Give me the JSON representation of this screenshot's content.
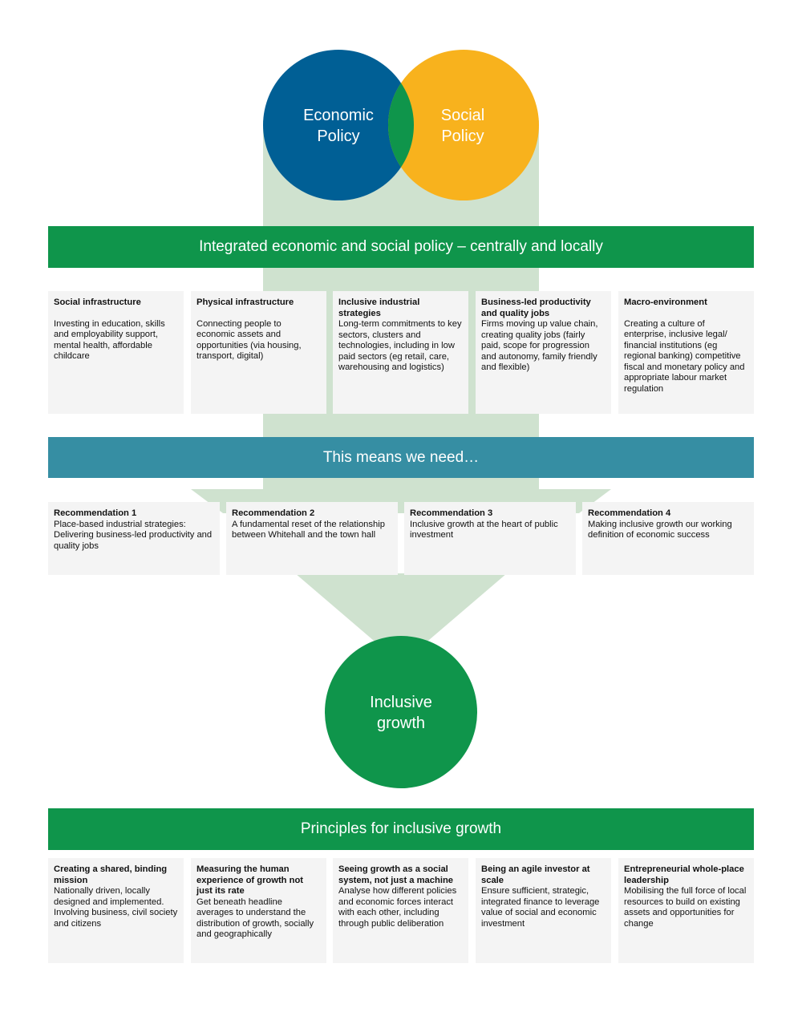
{
  "colors": {
    "economic": "#005f95",
    "social": "#f8b21d",
    "overlap": "#0f954b",
    "band_green": "#0f954b",
    "band_teal": "#368ea3",
    "flow": "#cfe2cf",
    "card_bg": "#f4f4f4"
  },
  "venn": {
    "economic_label": [
      "Economic",
      "Policy"
    ],
    "social_label": [
      "Social",
      "Policy"
    ]
  },
  "integrated_band": "Integrated economic and social policy – centrally and locally",
  "policy_areas": [
    {
      "title": "Social infrastructure",
      "body": "Investing in education, skills and employability support, mental health, affordable childcare"
    },
    {
      "title": "Physical infrastructure",
      "body": "Connecting people to economic assets and opportunities (via housing, transport, digital)"
    },
    {
      "title": "Inclusive industrial strategies",
      "body": "Long-term commitments to key sectors, clusters and technologies, including in low paid sectors (eg retail, care, warehousing and logistics)"
    },
    {
      "title": "Business-led productivity and quality jobs",
      "body": "Firms moving up value chain, creating quality jobs (fairly paid, scope for progression and autonomy, family friendly and flexible)"
    },
    {
      "title": "Macro-environment",
      "body": "Creating a culture of enterprise, inclusive legal/ financial institutions (eg regional banking) competitive fiscal and monetary policy and appropriate labour market regulation"
    }
  ],
  "need_band": "This means we need…",
  "recommendations": [
    {
      "label": "Recommendation",
      "num": "1",
      "body": "Place-based industrial strategies: Delivering business-led productivity and quality jobs"
    },
    {
      "label": "Recommendation",
      "num": "2",
      "body": "A fundamental reset of the relationship between Whitehall and the town hall"
    },
    {
      "label": "Recommendation",
      "num": "3",
      "body": "Inclusive growth at the heart of public investment"
    },
    {
      "label": "Recommendation",
      "num": "4",
      "body": "Making inclusive growth our working definition of economic success"
    }
  ],
  "outcome": [
    "Inclusive",
    "growth"
  ],
  "principles_band": "Principles for inclusive growth",
  "principles": [
    {
      "title": "Creating a shared, binding mission",
      "body": "Nationally driven, locally designed and implemented. Involving business, civil society and citizens"
    },
    {
      "title": "Measuring the human experience of growth not just its rate",
      "body": "Get beneath headline averages to understand the distribution of growth, socially and geographically"
    },
    {
      "title": "Seeing growth as a social system, not just a machine",
      "body": "Analyse how different policies and economic forces interact with each other, including through public deliberation"
    },
    {
      "title": "Being an agile investor at scale",
      "body": "Ensure sufficient, strategic, integrated finance to leverage value of social and economic investment"
    },
    {
      "title": "Entrepreneurial whole-place leadership",
      "body": "Mobilising the full force of local resources to build on existing assets and opportunities for change"
    }
  ]
}
